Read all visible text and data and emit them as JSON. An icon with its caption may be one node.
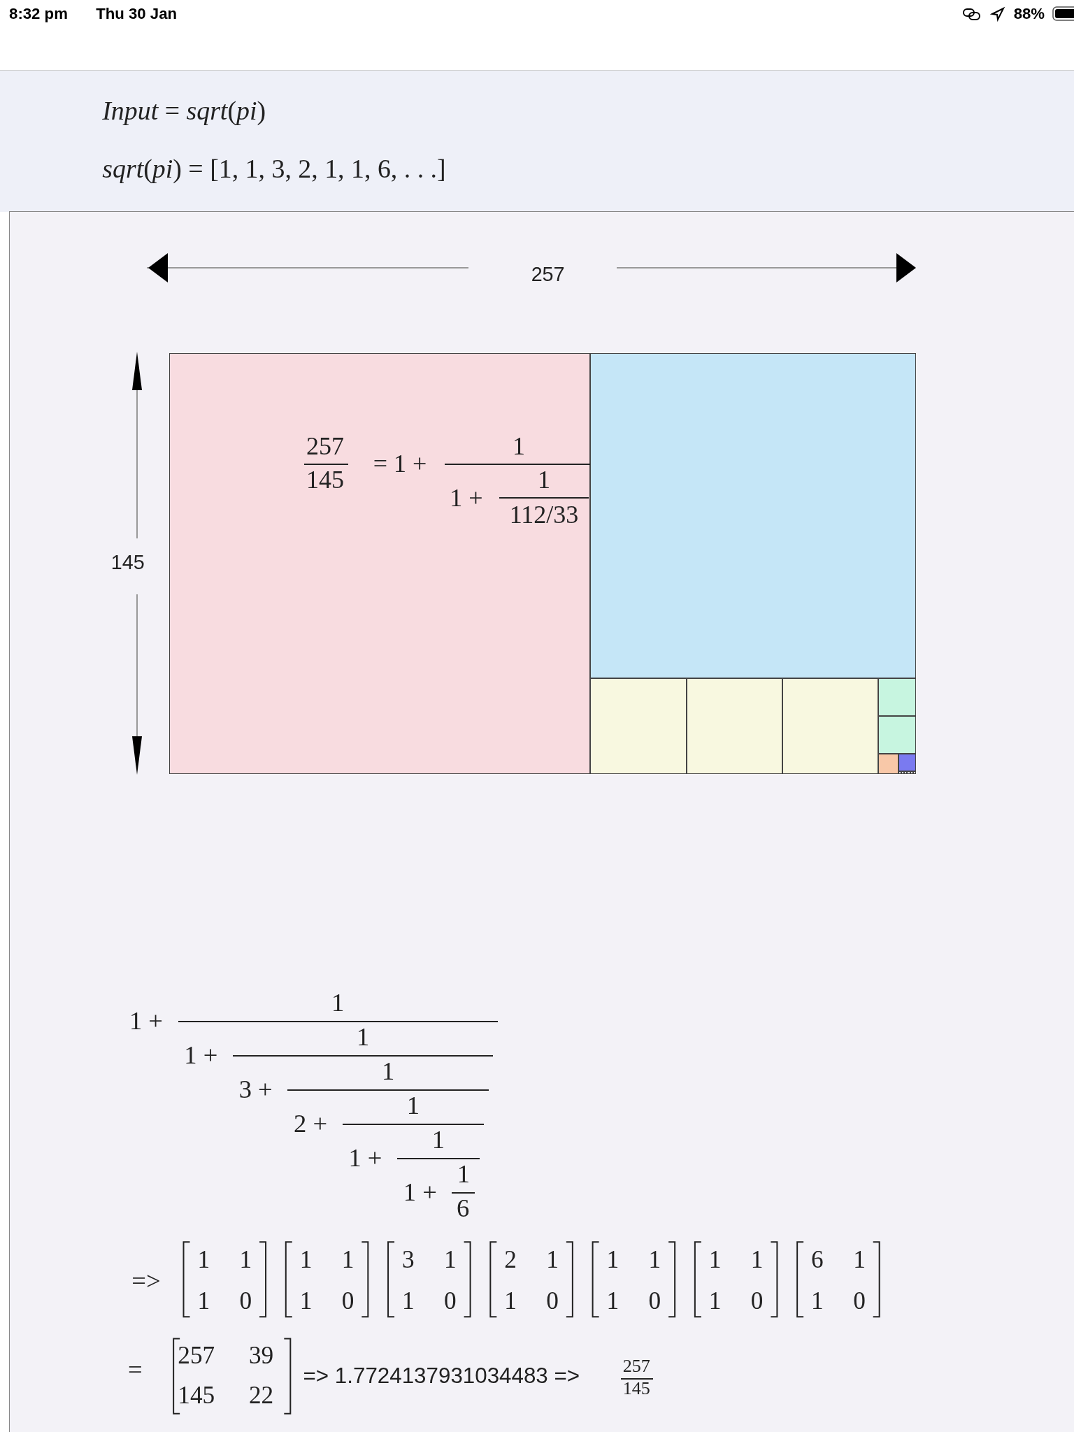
{
  "diagram": {
    "nodes": [
      {
        "text": [
          "257",
          "145",
          "= 1 +",
          "1",
          "1 +",
          "1",
          "112/33"
        ]
      },
      {
        "text": [],
        "shape": "box"
      },
      {
        "text": [],
        "shape": "box"
      },
      {
        "text": [],
        "shape": "box"
      },
      {
        "text": [],
        "shape": "box"
      },
      {
        "text": [],
        "shape": "box"
      },
      {
        "text": [],
        "shape": "box"
      },
      {
        "text": [],
        "shape": "box"
      },
      {
        "text": [],
        "shape": "box"
      },
      {
        "text": [],
        "shape": "box"
      },
      {
        "text": [],
        "shape": "box"
      },
      {
        "text": [],
        "shape": "box"
      },
      {
        "text": [],
        "shape": "box"
      },
      {
        "text": [],
        "shape": "box"
      },
      {
        "text": [],
        "shape": "box"
      }
    ],
    "labels": [
      "8:32 pm",
      "Thu 30 Jan",
      "88%",
      "*Input* = *sqrt*(*pi*)",
      "*sqrt*(*pi*) = [1, 1, 3, 2, 1, 1, 6, . . .]",
      "257",
      "145",
      "1 +",
      "1",
      "1 +",
      "1",
      "3 +",
      "1",
      "2 +",
      "1",
      "1 +",
      "1",
      "1 +",
      "1",
      "6",
      "=>",
      "1",
      "1",
      "1",
      "0",
      "1",
      "1",
      "1",
      "0",
      "3",
      "1",
      "1",
      "0",
      "2",
      "1",
      "1",
      "0",
      "1",
      "1",
      "1",
      "0",
      "1",
      "1",
      "1",
      "0",
      "6",
      "1",
      "1",
      "0",
      "=",
      "257",
      "39",
      "145",
      "22",
      "=> 1.7724137931034483 =>",
      "257",
      "145"
    ]
  }
}
